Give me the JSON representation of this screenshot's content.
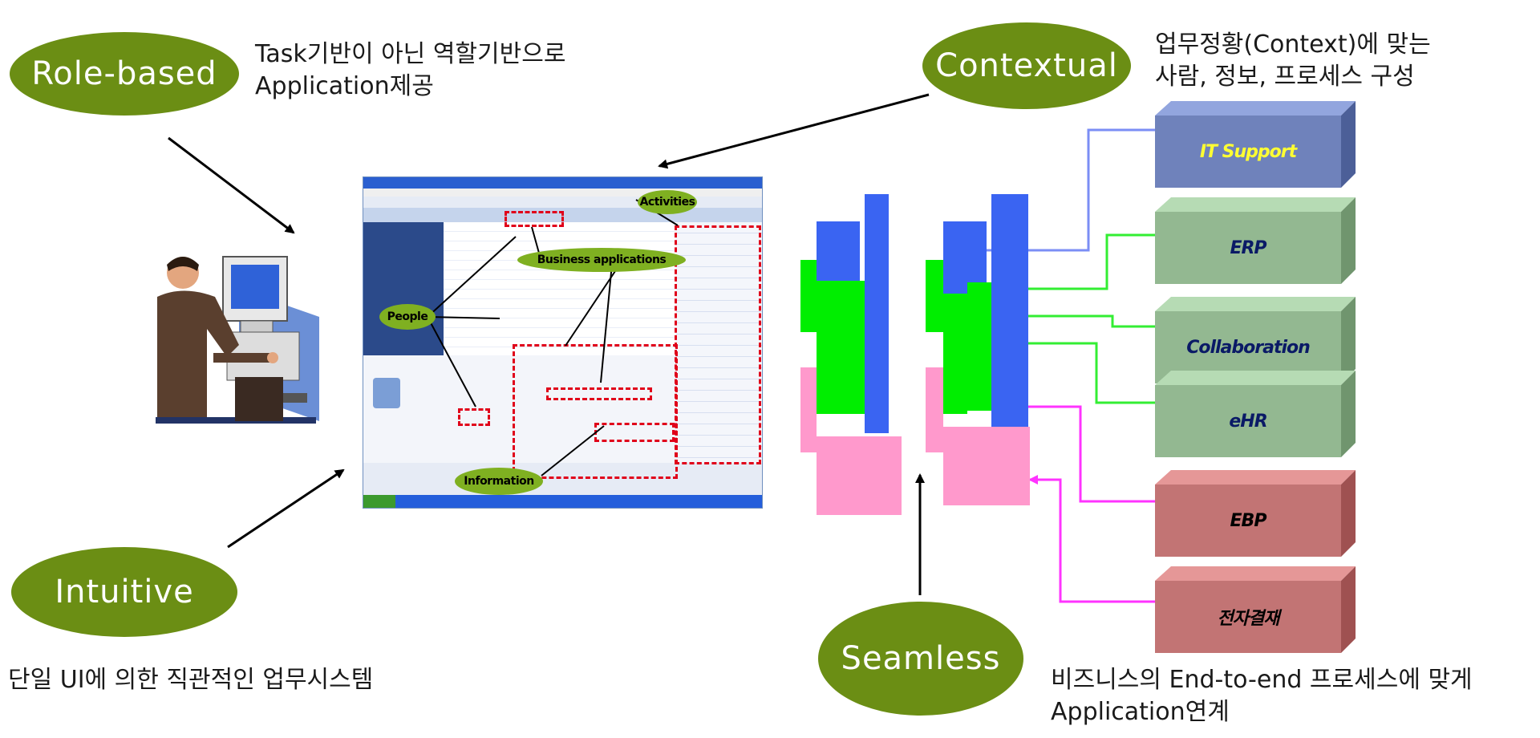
{
  "ovals": {
    "role_based": "Role-based",
    "contextual": "Contextual",
    "intuitive": "Intuitive",
    "seamless": "Seamless"
  },
  "captions": {
    "role_line1": "Task기반이 아닌 역할기반으로",
    "role_line2": "Application제공",
    "context_line1": "업무정황(Context)에 맞는",
    "context_line2": "사람, 정보, 프로세스 구성",
    "intuitive": "단일 UI에 의한 직관적인 업무시스템",
    "seamless_line1": "비즈니스의 End-to-end 프로세스에 맞게",
    "seamless_line2": "Application연계"
  },
  "screenshot_labels": {
    "activities": "Activities",
    "business_applications": "Business applications",
    "people": "People",
    "information": "Information"
  },
  "systems": [
    {
      "label": "IT Support",
      "color": "#6f82bb",
      "text_color": "#ffff33"
    },
    {
      "label": "ERP",
      "color": "#93b891",
      "text_color": "#0a1a66"
    },
    {
      "label": "Collaboration",
      "color": "#93b891",
      "text_color": "#0a1a66"
    },
    {
      "label": "eHR",
      "color": "#93b891",
      "text_color": "#0a1a66"
    },
    {
      "label": "EBP",
      "color": "#c27474",
      "text_color": "#000000"
    },
    {
      "label": "전자결재",
      "color": "#c27474",
      "text_color": "#000000"
    }
  ],
  "colors": {
    "oval": "#6b8e14",
    "connector_blue": "#7b8ef5",
    "connector_green": "#33ee33",
    "connector_magenta": "#ff33ff",
    "block_blue": "#3a64f2",
    "block_green": "#00ee00",
    "block_pink": "#ff99cc"
  }
}
